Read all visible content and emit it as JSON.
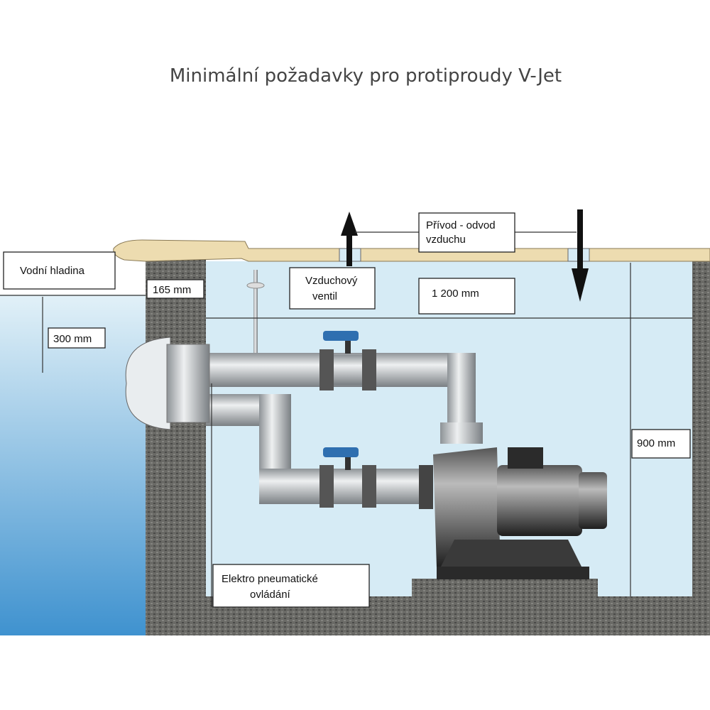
{
  "title": "Minimální požadavky pro protiproudy V-Jet",
  "labels": {
    "air_supply_line1": "Přívod - odvod",
    "air_supply_line2": "vzduchu",
    "water_level": "Vodní hladina",
    "dim_165": "165 mm",
    "air_valve_line1": "Vzduchový",
    "air_valve_line2": "ventil",
    "dim_1200": "1 200 mm",
    "dim_300": "300 mm",
    "dim_900": "900 mm",
    "control_line1": "Elektro pneumatické",
    "control_line2": "ovládání"
  },
  "colors": {
    "valve_handle": "#2f6fb0",
    "room": "#d6ebf5",
    "pool_top": "#d8ecf6",
    "pool_bottom": "#4d9cd2",
    "wall": "#5f5f5c",
    "deck": "#eddcb0"
  }
}
